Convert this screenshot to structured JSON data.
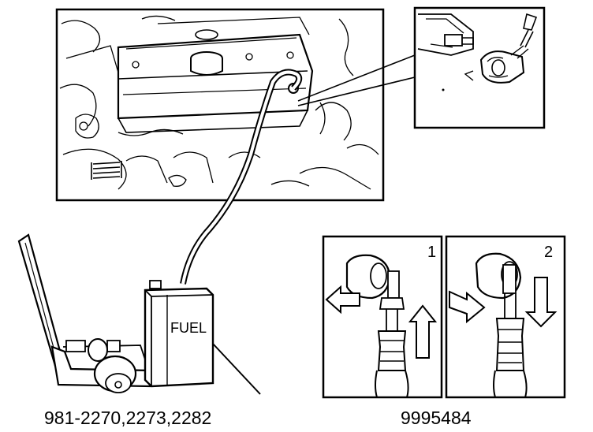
{
  "tank_label": "FUEL",
  "step_1": "1",
  "step_2": "2",
  "part_number_left": "981-2270,2273,2282",
  "part_number_right": "9995484",
  "colors": {
    "ink": "#000000",
    "paper": "#ffffff",
    "shade": "#d8d8d8"
  }
}
